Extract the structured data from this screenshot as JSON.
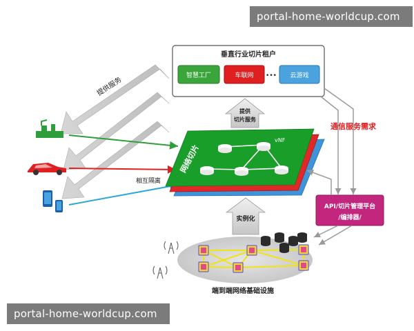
{
  "watermark": "portal-home-worldcup.com",
  "tenants": {
    "title": "垂直行业切片租户",
    "items": [
      "智慧工厂",
      "车联网",
      "云游戏"
    ],
    "ellipsis": "•••"
  },
  "labels": {
    "provide_service": "提供服务",
    "provide_slice_service_l1": "提供",
    "provide_slice_service_l2": "切片服务",
    "network_slice": "网络切片",
    "vnf": "vNF",
    "isolation": "相互隔离",
    "comm_demand": "通信服务需求",
    "instantiate": "实例化",
    "mgmt_l1": "API/切片管理平台",
    "mgmt_l2": "/编排器/",
    "infra": "端到端网络基础设施"
  },
  "colors": {
    "factory": "#3aa53a",
    "vehicle": "#e02020",
    "cloud_gaming": "#4aa3df",
    "slice_top": "#1a9e2a",
    "slice_mid": "#e02828",
    "slice_back": "#3f93d8",
    "mgmt": "#c2267d",
    "demand_text": "#e02020"
  },
  "icons": [
    "factory-icon",
    "car-icon",
    "phone-icon",
    "antenna-icon",
    "server-icon",
    "base-station-icon"
  ]
}
